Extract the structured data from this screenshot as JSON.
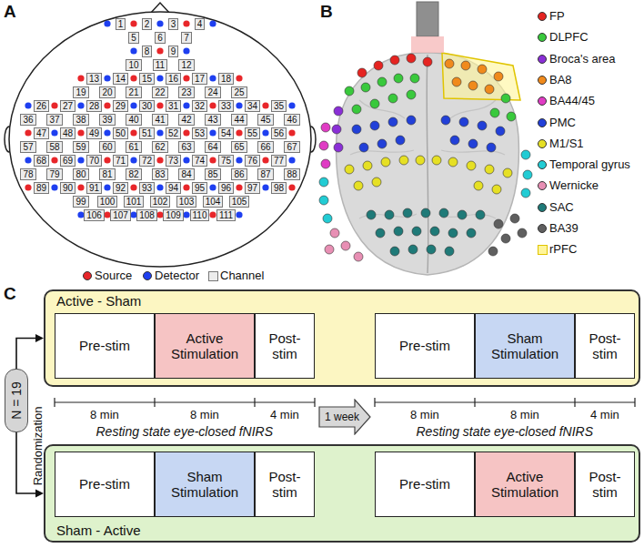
{
  "diagram": {
    "nodes": [
      {
        "text": [
          "1"
        ]
      },
      {
        "text": [
          "2"
        ]
      },
      {
        "text": [
          "3"
        ]
      },
      {
        "text": [
          "4"
        ]
      },
      {
        "text": [
          "5"
        ]
      },
      {
        "text": [
          "6"
        ]
      },
      {
        "text": [
          "7"
        ]
      },
      {
        "text": [
          "8"
        ]
      },
      {
        "text": [
          "9"
        ]
      },
      {
        "text": [
          "10"
        ]
      },
      {
        "text": [
          "11"
        ]
      },
      {
        "text": [
          "12"
        ]
      },
      {
        "text": [
          "13"
        ]
      },
      {
        "text": [
          "14"
        ]
      },
      {
        "text": [
          "15"
        ]
      },
      {
        "text": [
          "16"
        ]
      },
      {
        "text": [
          "17"
        ]
      },
      {
        "text": [
          "18"
        ]
      },
      {
        "text": [
          "19"
        ]
      },
      {
        "text": [
          "20"
        ]
      },
      {
        "text": [
          "21"
        ]
      },
      {
        "text": [
          "22"
        ]
      },
      {
        "text": [
          "23"
        ]
      },
      {
        "text": [
          "24"
        ]
      },
      {
        "text": [
          "25"
        ]
      },
      {
        "text": [
          "26"
        ]
      },
      {
        "text": [
          "27"
        ]
      },
      {
        "text": [
          "28"
        ]
      },
      {
        "text": [
          "29"
        ]
      },
      {
        "text": [
          "30"
        ]
      },
      {
        "text": [
          "31"
        ]
      },
      {
        "text": [
          "32"
        ]
      },
      {
        "text": [
          "33"
        ]
      },
      {
        "text": [
          "34"
        ]
      },
      {
        "text": [
          "35"
        ]
      },
      {
        "text": [
          "36"
        ]
      },
      {
        "text": [
          "37"
        ]
      },
      {
        "text": [
          "38"
        ]
      },
      {
        "text": [
          "39"
        ]
      },
      {
        "text": [
          "40"
        ]
      },
      {
        "text": [
          "41"
        ]
      },
      {
        "text": [
          "42"
        ]
      },
      {
        "text": [
          "43"
        ]
      },
      {
        "text": [
          "44"
        ]
      },
      {
        "text": [
          "45"
        ]
      },
      {
        "text": [
          "46"
        ]
      },
      {
        "text": [
          "47"
        ]
      },
      {
        "text": [
          "48"
        ]
      },
      {
        "text": [
          "49"
        ]
      },
      {
        "text": [
          "50"
        ]
      },
      {
        "text": [
          "51"
        ]
      },
      {
        "text": [
          "52"
        ]
      },
      {
        "text": [
          "53"
        ]
      },
      {
        "text": [
          "54"
        ]
      },
      {
        "text": [
          "55"
        ]
      },
      {
        "text": [
          "56"
        ]
      },
      {
        "text": [
          "57"
        ]
      },
      {
        "text": [
          "58"
        ]
      },
      {
        "text": [
          "59"
        ]
      },
      {
        "text": [
          "60"
        ]
      },
      {
        "text": [
          "61"
        ]
      },
      {
        "text": [
          "62"
        ]
      },
      {
        "text": [
          "63"
        ]
      },
      {
        "text": [
          "64"
        ]
      },
      {
        "text": [
          "65"
        ]
      },
      {
        "text": [
          "66"
        ]
      },
      {
        "text": [
          "67"
        ]
      },
      {
        "text": [
          "68"
        ]
      },
      {
        "text": [
          "69"
        ]
      },
      {
        "text": [
          "70"
        ]
      },
      {
        "text": [
          "71"
        ]
      },
      {
        "text": [
          "72"
        ]
      },
      {
        "text": [
          "73"
        ]
      },
      {
        "text": [
          "74"
        ]
      },
      {
        "text": [
          "75"
        ]
      },
      {
        "text": [
          "76"
        ]
      },
      {
        "text": [
          "77"
        ]
      },
      {
        "text": [
          "78"
        ]
      },
      {
        "text": [
          "79"
        ]
      },
      {
        "text": [
          "80"
        ]
      },
      {
        "text": [
          "81"
        ]
      },
      {
        "text": [
          "82"
        ]
      },
      {
        "text": [
          "83"
        ]
      },
      {
        "text": [
          "84"
        ]
      },
      {
        "text": [
          "85"
        ]
      },
      {
        "text": [
          "86"
        ]
      },
      {
        "text": [
          "87"
        ]
      },
      {
        "text": [
          "88"
        ]
      },
      {
        "text": [
          "89"
        ]
      },
      {
        "text": [
          "90"
        ]
      },
      {
        "text": [
          "91"
        ]
      },
      {
        "text": [
          "92"
        ]
      },
      {
        "text": [
          "93"
        ]
      },
      {
        "text": [
          "94"
        ]
      },
      {
        "text": [
          "95"
        ]
      },
      {
        "text": [
          "96"
        ]
      },
      {
        "text": [
          "97"
        ]
      },
      {
        "text": [
          "98"
        ]
      },
      {
        "text": [
          "99"
        ]
      },
      {
        "text": [
          "100"
        ]
      },
      {
        "text": [
          "101"
        ]
      },
      {
        "text": [
          "102"
        ]
      },
      {
        "text": [
          "103"
        ]
      },
      {
        "text": [
          "104"
        ]
      },
      {
        "text": [
          "105"
        ]
      },
      {
        "text": [
          "106"
        ]
      },
      {
        "text": [
          "107"
        ]
      },
      {
        "text": [
          "108"
        ]
      },
      {
        "text": [
          "109"
        ]
      },
      {
        "text": [
          "110"
        ]
      },
      {
        "text": [
          "111"
        ]
      },
      {
        "text": [
          "Active - Sham"
        ]
      },
      {
        "text": [
          "Pre-stim"
        ],
        "in": 111
      },
      {
        "text": [
          "Active Stimulation"
        ],
        "in": 111
      },
      {
        "text": [
          "Post-stim"
        ],
        "in": 111
      },
      {
        "text": [
          "Pre-stim"
        ],
        "in": 111
      },
      {
        "text": [
          "Sham Stimulation"
        ],
        "in": 111
      },
      {
        "text": [
          "Post-stim"
        ],
        "in": 111
      },
      {
        "text": [
          "N = 19"
        ]
      },
      {
        "text": [
          "1 week"
        ]
      },
      {
        "text": [
          "Sham - Active"
        ]
      },
      {
        "text": [
          "Pre-stim"
        ],
        "in": 120
      },
      {
        "text": [
          "Sham Stimulation"
        ],
        "in": 120
      },
      {
        "text": [
          "Post-stim"
        ],
        "in": 120
      },
      {
        "text": [
          "Pre-stim"
        ],
        "in": 120
      },
      {
        "text": [
          "Active Stimulation"
        ],
        "in": 120
      },
      {
        "text": [
          "Post-stim"
        ],
        "in": 120
      }
    ],
    "edges": [
      {
        "from": 118,
        "to": 111,
        "arrow": "to"
      },
      {
        "from": 118,
        "to": 120,
        "arrow": "to"
      },
      {
        "from": 114,
        "to": 115,
        "arrow": "to"
      },
      {
        "from": 123,
        "to": 124,
        "arrow": "to"
      }
    ],
    "labels": [
      "A",
      "B",
      "C",
      "Randomization",
      "8 min",
      "8 min",
      "4 min",
      "Resting state eye-closed fNIRS",
      "8 min",
      "8 min",
      "4 min",
      "Resting state eye-closed fNIRS"
    ],
    "legend": [
      {
        "text": "Source",
        "color": "#e8262a"
      },
      {
        "text": "Detector",
        "color": "#1e3ff0"
      },
      {
        "text": "Channel"
      },
      {
        "text": "FP",
        "color": "#e52421"
      },
      {
        "text": "DLPFC",
        "color": "#39c93c"
      },
      {
        "text": "Broca's area",
        "color": "#8a2fd6"
      },
      {
        "text": "BA8",
        "color": "#f08a1c"
      },
      {
        "text": "BA44/45",
        "color": "#e03cc4"
      },
      {
        "text": "PMC",
        "color": "#2240d8"
      },
      {
        "text": "M1/S1",
        "color": "#e6e024"
      },
      {
        "text": "Temporal gyrus",
        "color": "#22ccd4"
      },
      {
        "text": "Wernicke",
        "color": "#e88fb4"
      },
      {
        "text": "SAC",
        "color": "#1f7a78"
      },
      {
        "text": "BA39",
        "color": "#5f5f5f"
      },
      {
        "text": "rPFC",
        "color": "#fff59a"
      }
    ]
  }
}
